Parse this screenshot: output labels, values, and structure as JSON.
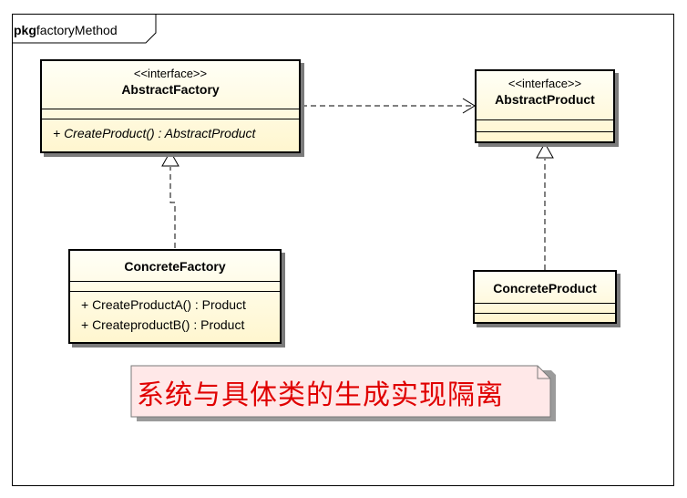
{
  "package": {
    "keyword": "pkg",
    "name": "factoryMethod"
  },
  "classes": {
    "abstract_factory": {
      "stereotype": "<<interface>>",
      "name": "AbstractFactory",
      "operations": [
        "+ CreateProduct() : AbstractProduct"
      ]
    },
    "abstract_product": {
      "stereotype": "<<interface>>",
      "name": "AbstractProduct"
    },
    "concrete_factory": {
      "name": "ConcreteFactory",
      "operations": [
        "+ CreateProductA() : Product",
        "+ CreateproductB() : Product"
      ]
    },
    "concrete_product": {
      "name": "ConcreteProduct"
    }
  },
  "note": {
    "text": "系统与具体类的生成实现隔离"
  },
  "colors": {
    "class_fill": "#fffbe0",
    "note_fill": "#ffe8e8",
    "note_text": "#e00000",
    "shadow": "#7b7b7b"
  }
}
